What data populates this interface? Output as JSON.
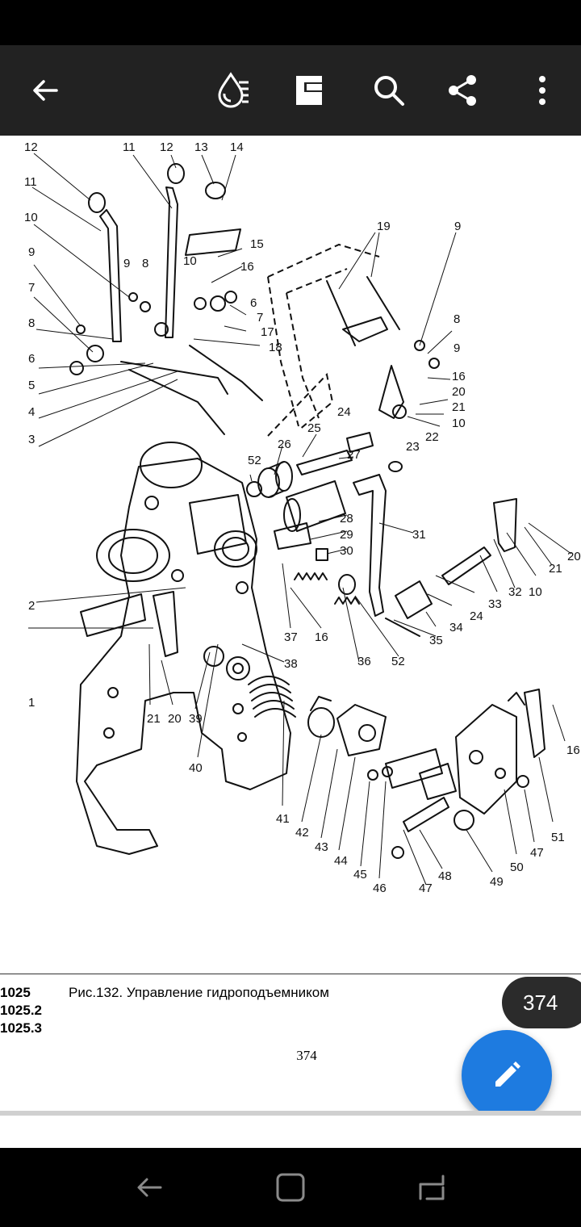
{
  "toolbar": {
    "icons": [
      "back-arrow-icon",
      "reading-mode-icon",
      "bookmark-icon",
      "search-icon",
      "share-icon",
      "more-vert-icon"
    ]
  },
  "document": {
    "figure_labels": [
      "1",
      "2",
      "3",
      "4",
      "5",
      "6",
      "7",
      "8",
      "9",
      "10",
      "11",
      "12",
      "13",
      "14",
      "15",
      "16",
      "17",
      "18",
      "19",
      "20",
      "21",
      "22",
      "23",
      "24",
      "25",
      "26",
      "27",
      "28",
      "29",
      "30",
      "31",
      "32",
      "33",
      "34",
      "35",
      "36",
      "37",
      "38",
      "39",
      "40",
      "41",
      "42",
      "43",
      "44",
      "45",
      "46",
      "47",
      "48",
      "49",
      "50",
      "51",
      "52"
    ],
    "codes": [
      "1025",
      "1025.2",
      "1025.3"
    ],
    "caption": "Рис.132. Управление гидроподъемником",
    "page_number": "374"
  },
  "page_badge": "374",
  "fab": {
    "icon": "edit-pencil-icon"
  },
  "navbar": {
    "icons": [
      "back-nav-icon",
      "home-nav-icon",
      "recents-nav-icon"
    ]
  }
}
